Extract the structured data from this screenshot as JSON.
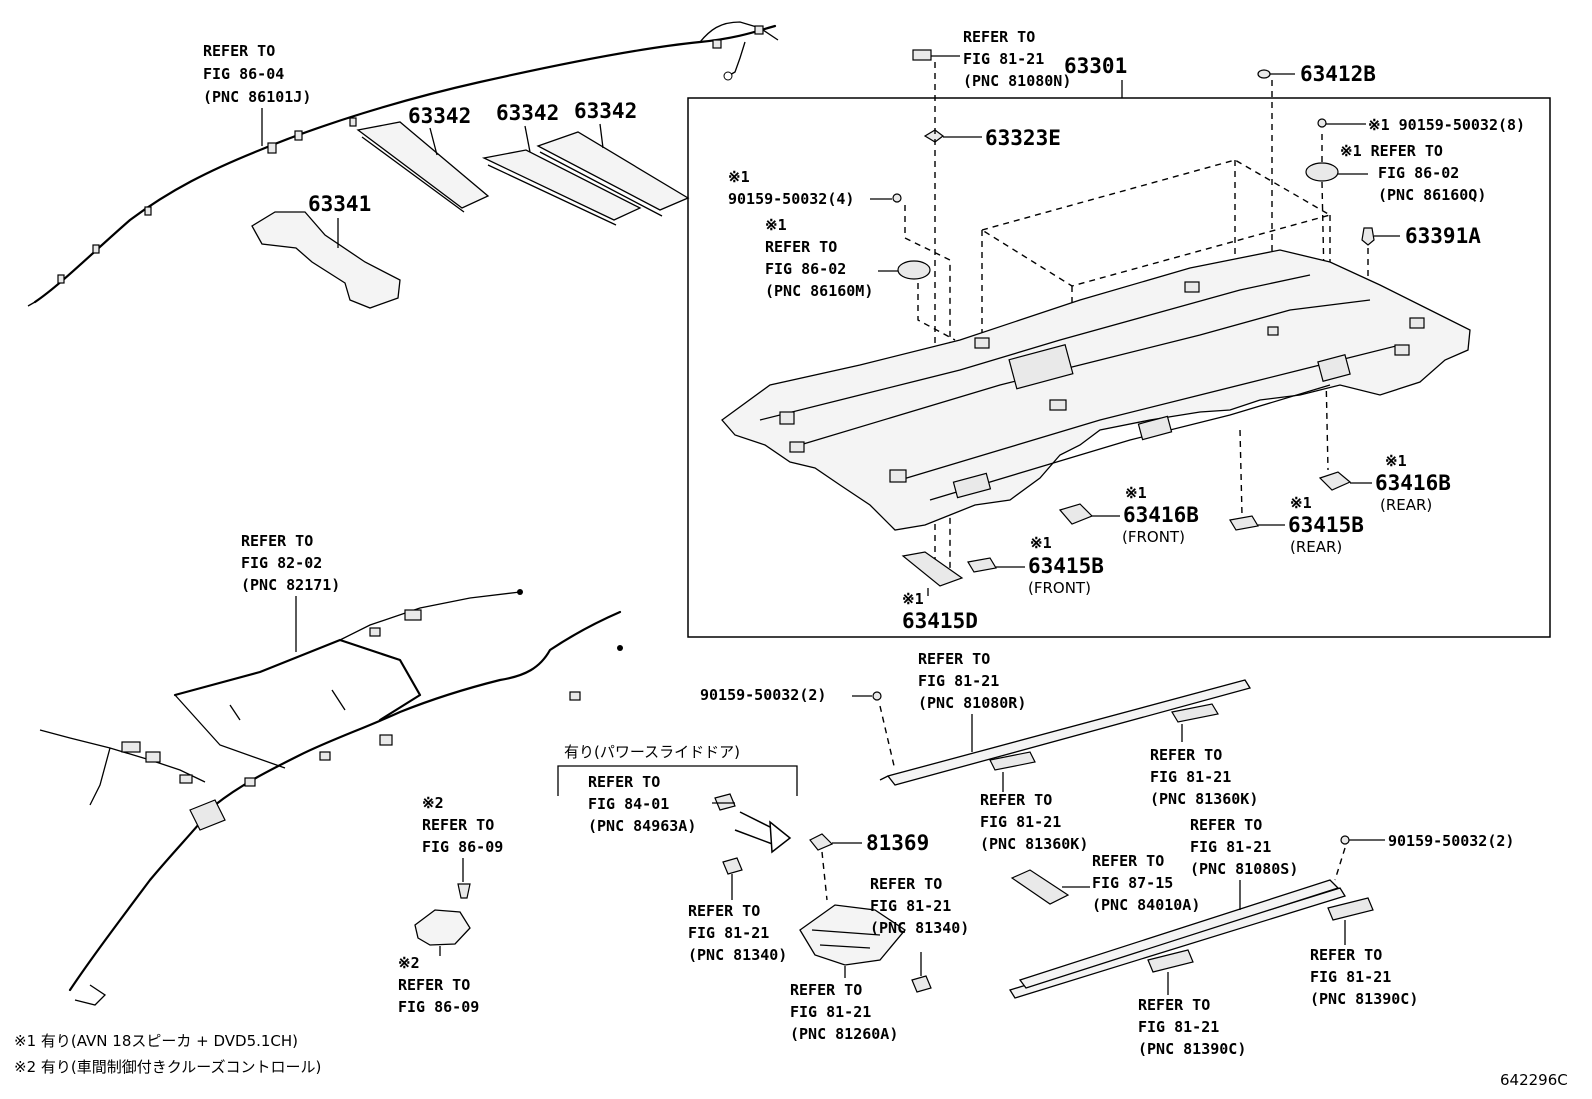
{
  "title_code": "642296C",
  "notes": [
    "※1 有り(AVN 18スピーカ + DVD5.1CH)",
    "※2 有り(車間制御付きクルーズコントロール)"
  ],
  "callouts": {
    "wire_top": [
      "REFER TO",
      "FIG 86-04",
      "(PNC 86101J)"
    ],
    "p63342_a": "63342",
    "p63342_b": "63342",
    "p63342_c": "63342",
    "p63341": "63341",
    "top_ref": [
      "REFER TO",
      "FIG 81-21",
      "(PNC 81080N)"
    ],
    "p63301": "63301",
    "p63412b": "63412B",
    "p63323e": "63323E",
    "bolt_r": "※1 90159-50032(8)",
    "ref_r": [
      "※1 REFER TO",
      "FIG 86-02",
      "(PNC 86160Q)"
    ],
    "p63391a": "63391A",
    "bolt_l": [
      "※1",
      "90159-50032(4)"
    ],
    "ref_l": [
      "※1",
      "REFER TO",
      "FIG 86-02",
      "(PNC 86160M)"
    ],
    "p63416b_rear": [
      "※1",
      "63416B",
      "(REAR)"
    ],
    "p63416b_front": [
      "※1",
      "63416B",
      "(FRONT)"
    ],
    "p63415b_rear": [
      "※1",
      "63415B",
      "(REAR)"
    ],
    "p63415b_front": [
      "※1",
      "63415B",
      "(FRONT)"
    ],
    "p63415d": [
      "※1",
      "63415D"
    ],
    "wire_mid": [
      "REFER TO",
      "FIG 82-02",
      "(PNC 82171)"
    ],
    "rail_ref": [
      "REFER TO",
      "FIG 81-21",
      "(PNC 81080R)"
    ],
    "bolt_mid": "90159-50032(2)",
    "option_label": "有り(パワースライドドア)",
    "ref_84963a": [
      "REFER TO",
      "FIG 84-01",
      "(PNC 84963A)"
    ],
    "p81369": "81369",
    "ref_81360k_a": [
      "REFER TO",
      "FIG 81-21",
      "(PNC 81360K)"
    ],
    "ref_81360k_b": [
      "REFER TO",
      "FIG 81-21",
      "(PNC 81360K)"
    ],
    "ref_81080s": [
      "REFER TO",
      "FIG 81-21",
      "(PNC 81080S)"
    ],
    "bolt_br": "90159-50032(2)",
    "ref_84010a": [
      "REFER TO",
      "FIG 87-15",
      "(PNC 84010A)"
    ],
    "ref_86_09_a": [
      "※2",
      "REFER TO",
      "FIG 86-09"
    ],
    "ref_86_09_b": [
      "※2",
      "REFER TO",
      "FIG 86-09"
    ],
    "ref_81340_l": [
      "REFER TO",
      "FIG 81-21",
      "(PNC 81340)"
    ],
    "ref_81340_r": [
      "REFER TO",
      "FIG 81-21",
      "(PNC 81340)"
    ],
    "ref_81260a": [
      "REFER TO",
      "FIG 81-21",
      "(PNC 81260A)"
    ],
    "ref_81390c_a": [
      "REFER TO",
      "FIG 81-21",
      "(PNC 81390C)"
    ],
    "ref_81390c_b": [
      "REFER TO",
      "FIG 81-21",
      "(PNC 81390C)"
    ]
  }
}
